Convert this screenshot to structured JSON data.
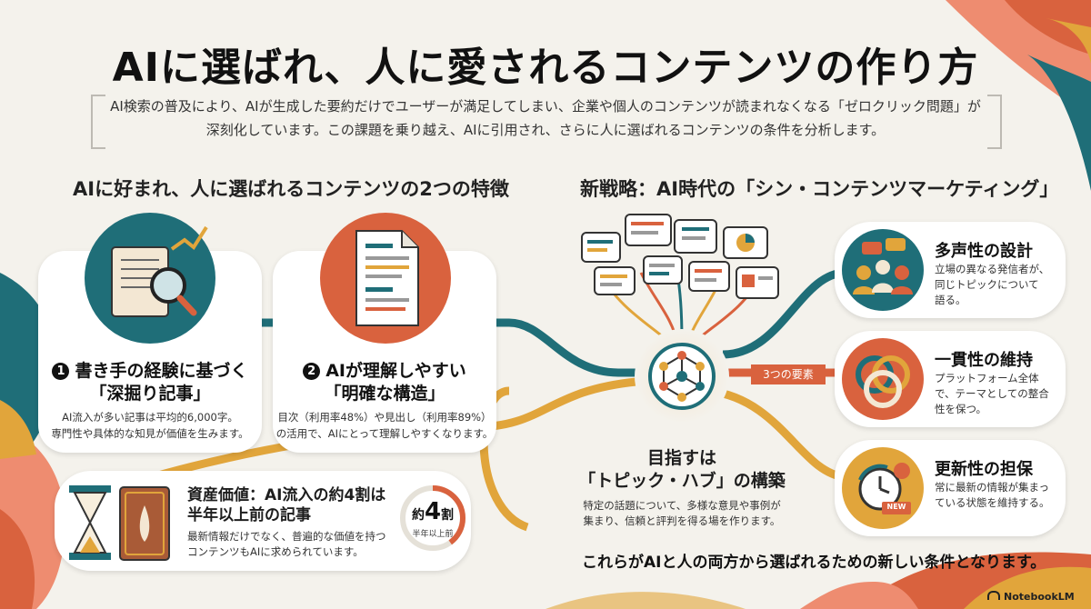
{
  "header": {
    "title": "AIに選ばれ、人に愛されるコンテンツの作り方",
    "intro_line1": "AI検索の普及により、AIが生成した要約だけでユーザーが満足してしまい、企業や個人のコンテンツが読まれなくなる「ゼロクリック問題」が",
    "intro_line2": "深刻化しています。この課題を乗り越え、AIに引用され、さらに人に選ばれるコンテンツの条件を分析します。"
  },
  "left_section": {
    "title": "AIに好まれ、人に選ばれるコンテンツの2つの特徴",
    "feature1": {
      "number": "1",
      "head_line1": "書き手の経験に基づく",
      "head_line2": "「深掘り記事」",
      "body_line1": "AI流入が多い記事は平均的6,000字。",
      "body_line2": "専門性や具体的な知見が価値を生みます。"
    },
    "feature2": {
      "number": "2",
      "head_line1": "AIが理解しやすい",
      "head_line2": "「明確な構造」",
      "body_line1": "目次（利用率48%）や見出し（利用率89%）",
      "body_line2": "の活用で、AIにとって理解しやすくなります。"
    },
    "asset": {
      "head_line1": "資産価値：AI流入の約4割は",
      "head_line2": "半年以上前の記事",
      "body_line1": "最新情報だけでなく、普遍的な価値を持つ",
      "body_line2": "コンテンツもAIに求められています。",
      "badge_prefix": "約",
      "badge_number": "4",
      "badge_suffix": "割",
      "badge_sub": "半年以上前",
      "share_percent": 40
    }
  },
  "right_section": {
    "title": "新戦略：AI時代の「シン・コンテンツマーケティング」",
    "hub_tag": "3つの要素",
    "hub_goal_line1": "目指すは",
    "hub_goal_line2": "「トピック・ハブ」の構築",
    "hub_body_line1": "特定の話題について、多様な意見や事例が",
    "hub_body_line2": "集まり、信頼と評判を得る場を作ります。",
    "elements": [
      {
        "title": "多声性の設計",
        "lines": [
          "立場の異なる発信者が、",
          "同じトピックについて",
          "語る。"
        ]
      },
      {
        "title": "一貫性の維持",
        "lines": [
          "プラットフォーム全体",
          "で、テーマとしての整合",
          "性を保つ。"
        ]
      },
      {
        "title": "更新性の担保",
        "lines": [
          "常に最新の情報が集まっ",
          "ている状態を維持する。"
        ]
      }
    ],
    "new_badge": "NEW"
  },
  "footer": {
    "conclusion": "これらがAIと人の両方から選ばれるための新しい条件となります。",
    "brand": "NotebookLM"
  },
  "colors": {
    "teal": "#1f6e78",
    "orange": "#d9623e",
    "mustard": "#e1a53b",
    "salmon": "#ee8c70",
    "paper": "#f4f2ec"
  }
}
